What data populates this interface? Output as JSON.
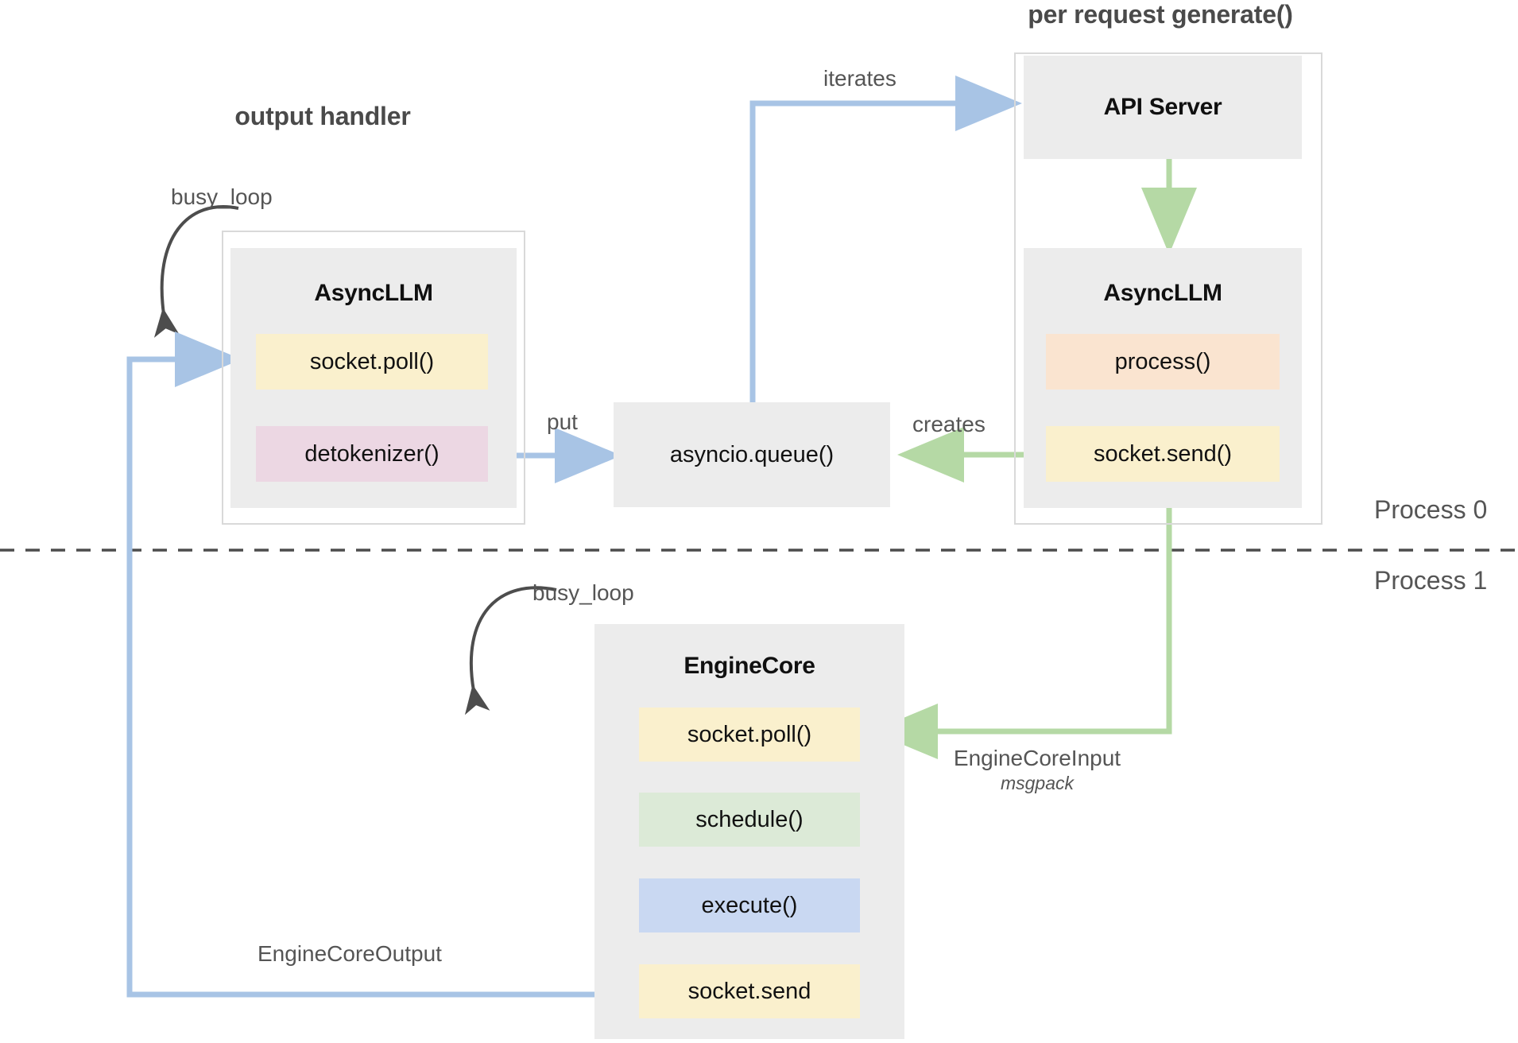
{
  "diagram": {
    "title_left": "output handler",
    "title_right": "per request generate()",
    "process_labels": {
      "top": "Process 0",
      "bottom": "Process 1"
    },
    "colors": {
      "yellow": "#faf0cd",
      "pink": "#ecd7e3",
      "peach": "#fae4d0",
      "green": "#dcead7",
      "blue": "#c9d8f2",
      "box_gray": "#ececec",
      "frame_gray": "#d9d9d9",
      "arrow_blue": "#a8c4e5",
      "arrow_green": "#b5d9a5",
      "arrow_dark": "#4d4d4d",
      "text_gray": "#555555"
    },
    "nodes": {
      "output_handler_asyncllm": {
        "title": "AsyncLLM",
        "chips": [
          {
            "label": "socket.poll()",
            "color": "yellow"
          },
          {
            "label": "detokenizer()",
            "color": "pink"
          }
        ]
      },
      "api_server": {
        "title": "API Server"
      },
      "request_asyncllm": {
        "title": "AsyncLLM",
        "chips": [
          {
            "label": "process()",
            "color": "peach"
          },
          {
            "label": "socket.send()",
            "color": "yellow"
          }
        ]
      },
      "asyncio_queue": {
        "label": "asyncio.queue()"
      },
      "engine_core": {
        "title": "EngineCore",
        "chips": [
          {
            "label": "socket.poll()",
            "color": "yellow"
          },
          {
            "label": "schedule()",
            "color": "green"
          },
          {
            "label": "execute()",
            "color": "blue"
          },
          {
            "label": "socket.send",
            "color": "yellow"
          }
        ]
      }
    },
    "edges": {
      "busy_loop_top": "busy_loop",
      "busy_loop_bottom": "busy_loop",
      "iterates": "iterates",
      "put": "put",
      "creates": "creates",
      "engine_core_input": "EngineCoreInput",
      "engine_core_input_sub": "msgpack",
      "engine_core_output": "EngineCoreOutput"
    }
  }
}
